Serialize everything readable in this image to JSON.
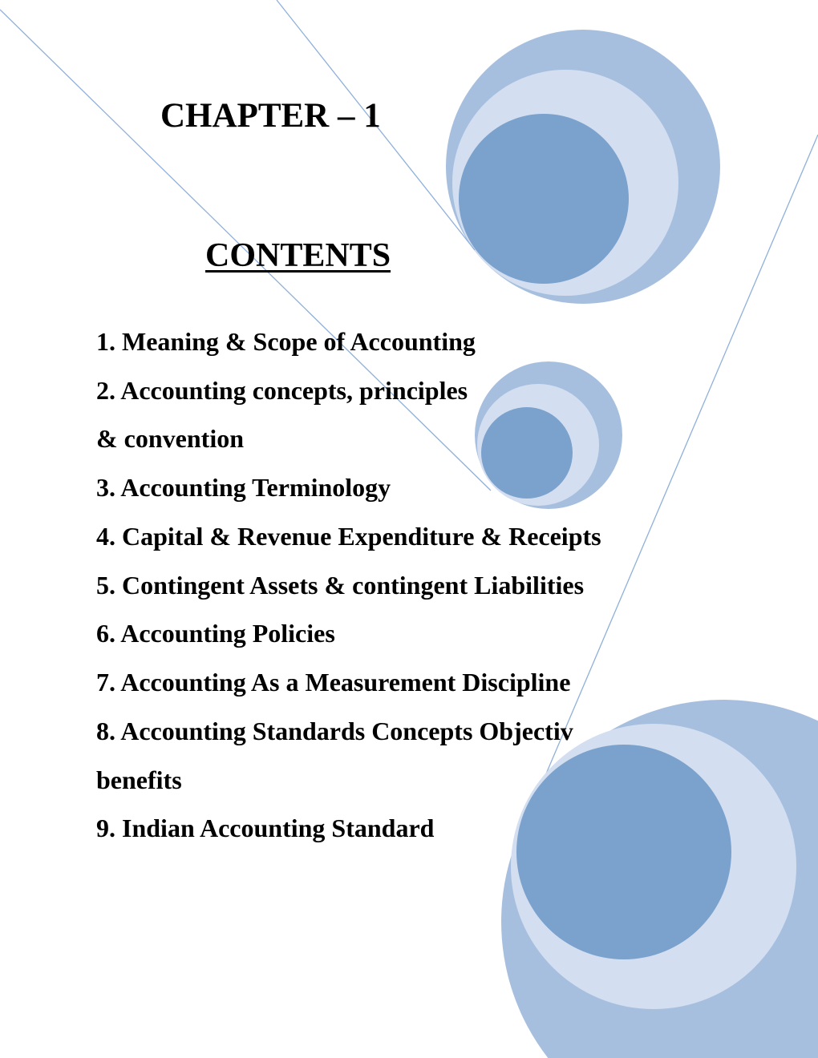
{
  "chapter_title": "CHAPTER – 1",
  "contents_heading": "CONTENTS",
  "items": [
    "1. Meaning & Scope of Accounting",
    "2. Accounting concepts, principles",
    "& convention",
    "3. Accounting Terminology",
    "4. Capital & Revenue Expenditure & Receipts",
    "5. Contingent Assets & contingent Liabilities",
    "6. Accounting Policies",
    "7. Accounting As a Measurement Discipline",
    "8. Accounting Standards Concepts Objectiv",
    "benefits",
    "9.  Indian Accounting Standard"
  ],
  "colors": {
    "outer": "#a7bfdf",
    "middle": "#d3dff0",
    "inner": "#7ba1cd",
    "line": "#8fb0da"
  }
}
